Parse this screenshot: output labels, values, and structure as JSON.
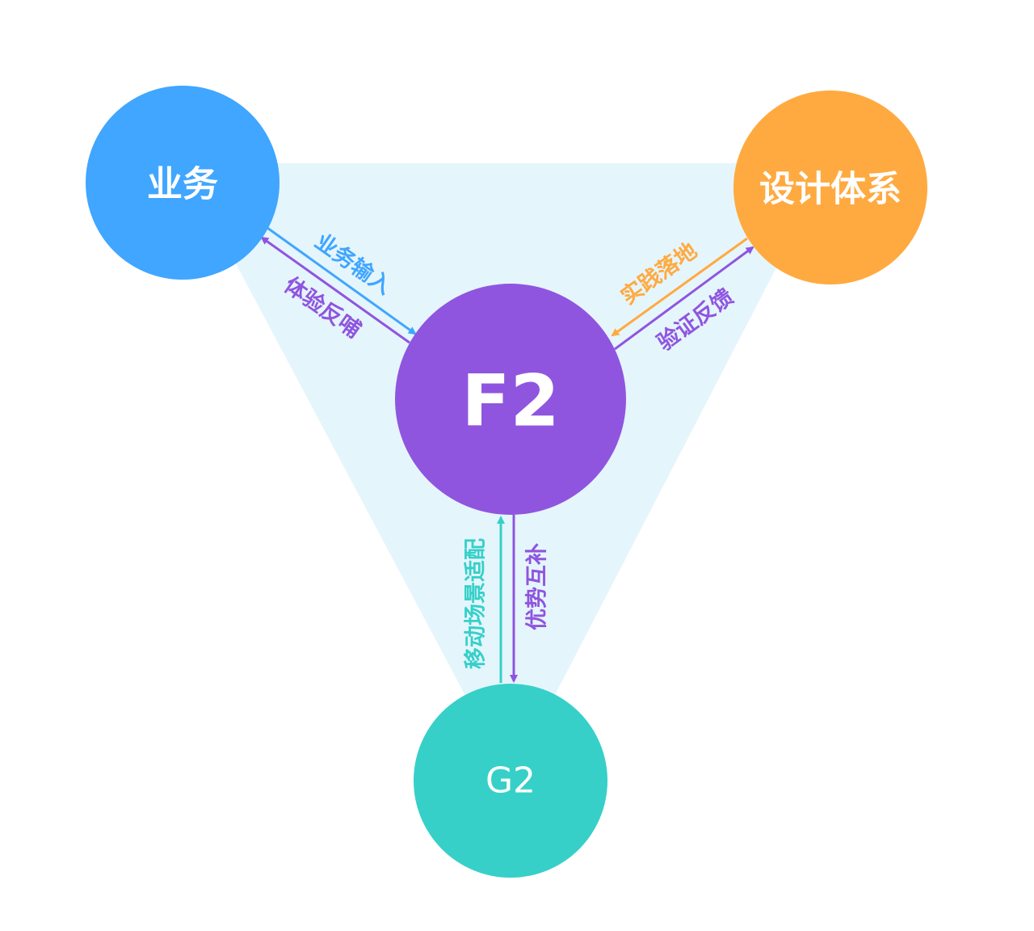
{
  "colors": {
    "background_triangle": "#e5f5fc",
    "business": "#40a6ff",
    "design": "#ffaa40",
    "f2": "#8f55df",
    "g2": "#36d0c9"
  },
  "nodes": {
    "business": {
      "label": "业务"
    },
    "design": {
      "label": "设计体系"
    },
    "f2": {
      "label": "F2"
    },
    "g2": {
      "label": "G2"
    }
  },
  "edges": {
    "business_input": {
      "label": "业务输入",
      "color": "#40a6ff"
    },
    "experience_feedback": {
      "label": "体验反哺",
      "color": "#8f55df"
    },
    "practice_landing": {
      "label": "实践落地",
      "color": "#ffaa40"
    },
    "verify_feedback": {
      "label": "验证反馈",
      "color": "#8f55df"
    },
    "mobile_adaptation": {
      "label": "移动场景适配",
      "color": "#36d0c9"
    },
    "advantage_complement": {
      "label": "优势互补",
      "color": "#8f55df"
    }
  }
}
